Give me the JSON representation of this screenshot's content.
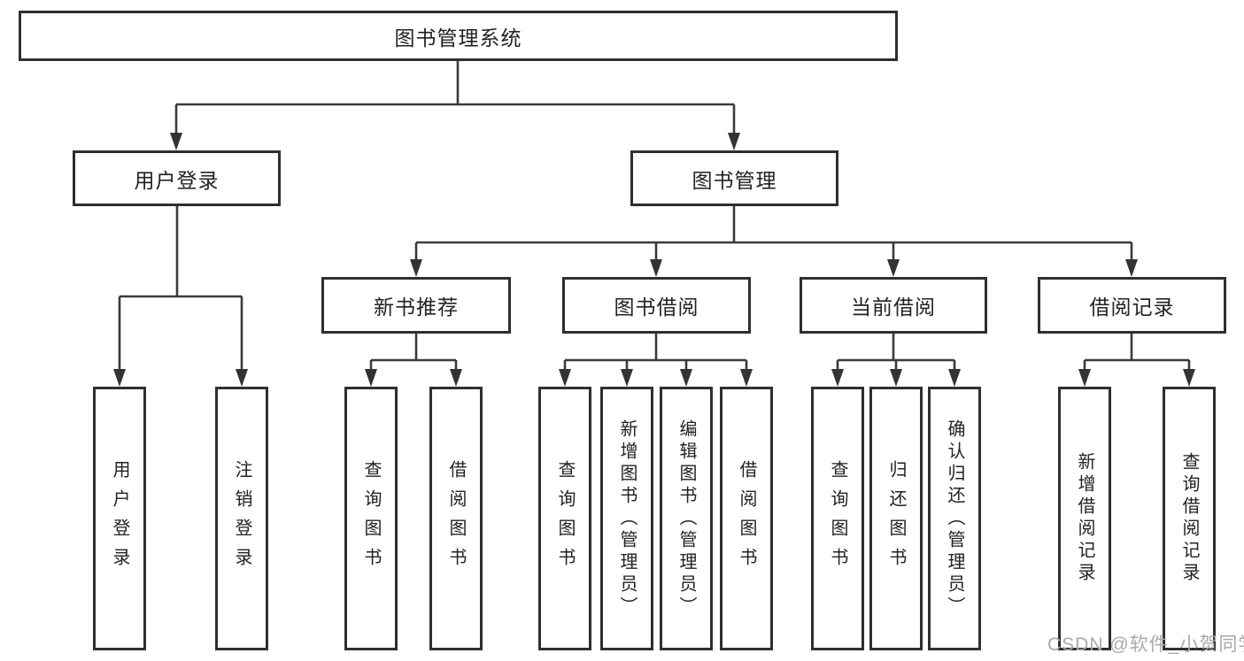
{
  "diagram": {
    "root": {
      "label": "图书管理系统"
    },
    "branches": [
      {
        "label": "用户登录",
        "children": [
          {
            "label": "用户登录"
          },
          {
            "label": "注销登录"
          }
        ]
      },
      {
        "label": "图书管理",
        "groups": [
          {
            "label": "新书推荐",
            "children": [
              {
                "label": "查询图书"
              },
              {
                "label": "借阅图书"
              }
            ]
          },
          {
            "label": "图书借阅",
            "children": [
              {
                "label": "查询图书"
              },
              {
                "label": "新增图书（管理员）"
              },
              {
                "label": "编辑图书（管理员）"
              },
              {
                "label": "借阅图书"
              }
            ]
          },
          {
            "label": "当前借阅",
            "children": [
              {
                "label": "查询图书"
              },
              {
                "label": "归还图书"
              },
              {
                "label": "确认归还（管理员）"
              }
            ]
          },
          {
            "label": "借阅记录",
            "children": [
              {
                "label": "新增借阅记录"
              },
              {
                "label": "查询借阅记录"
              }
            ]
          }
        ]
      }
    ]
  },
  "watermark": "CSDN @软件_小贺同学",
  "colors": {
    "background": "#ffffff",
    "border": "#2f2f2f",
    "line": "#3a3a3a",
    "arrow": "#333333",
    "text": "#222222",
    "watermark": "#a9a9b2"
  }
}
